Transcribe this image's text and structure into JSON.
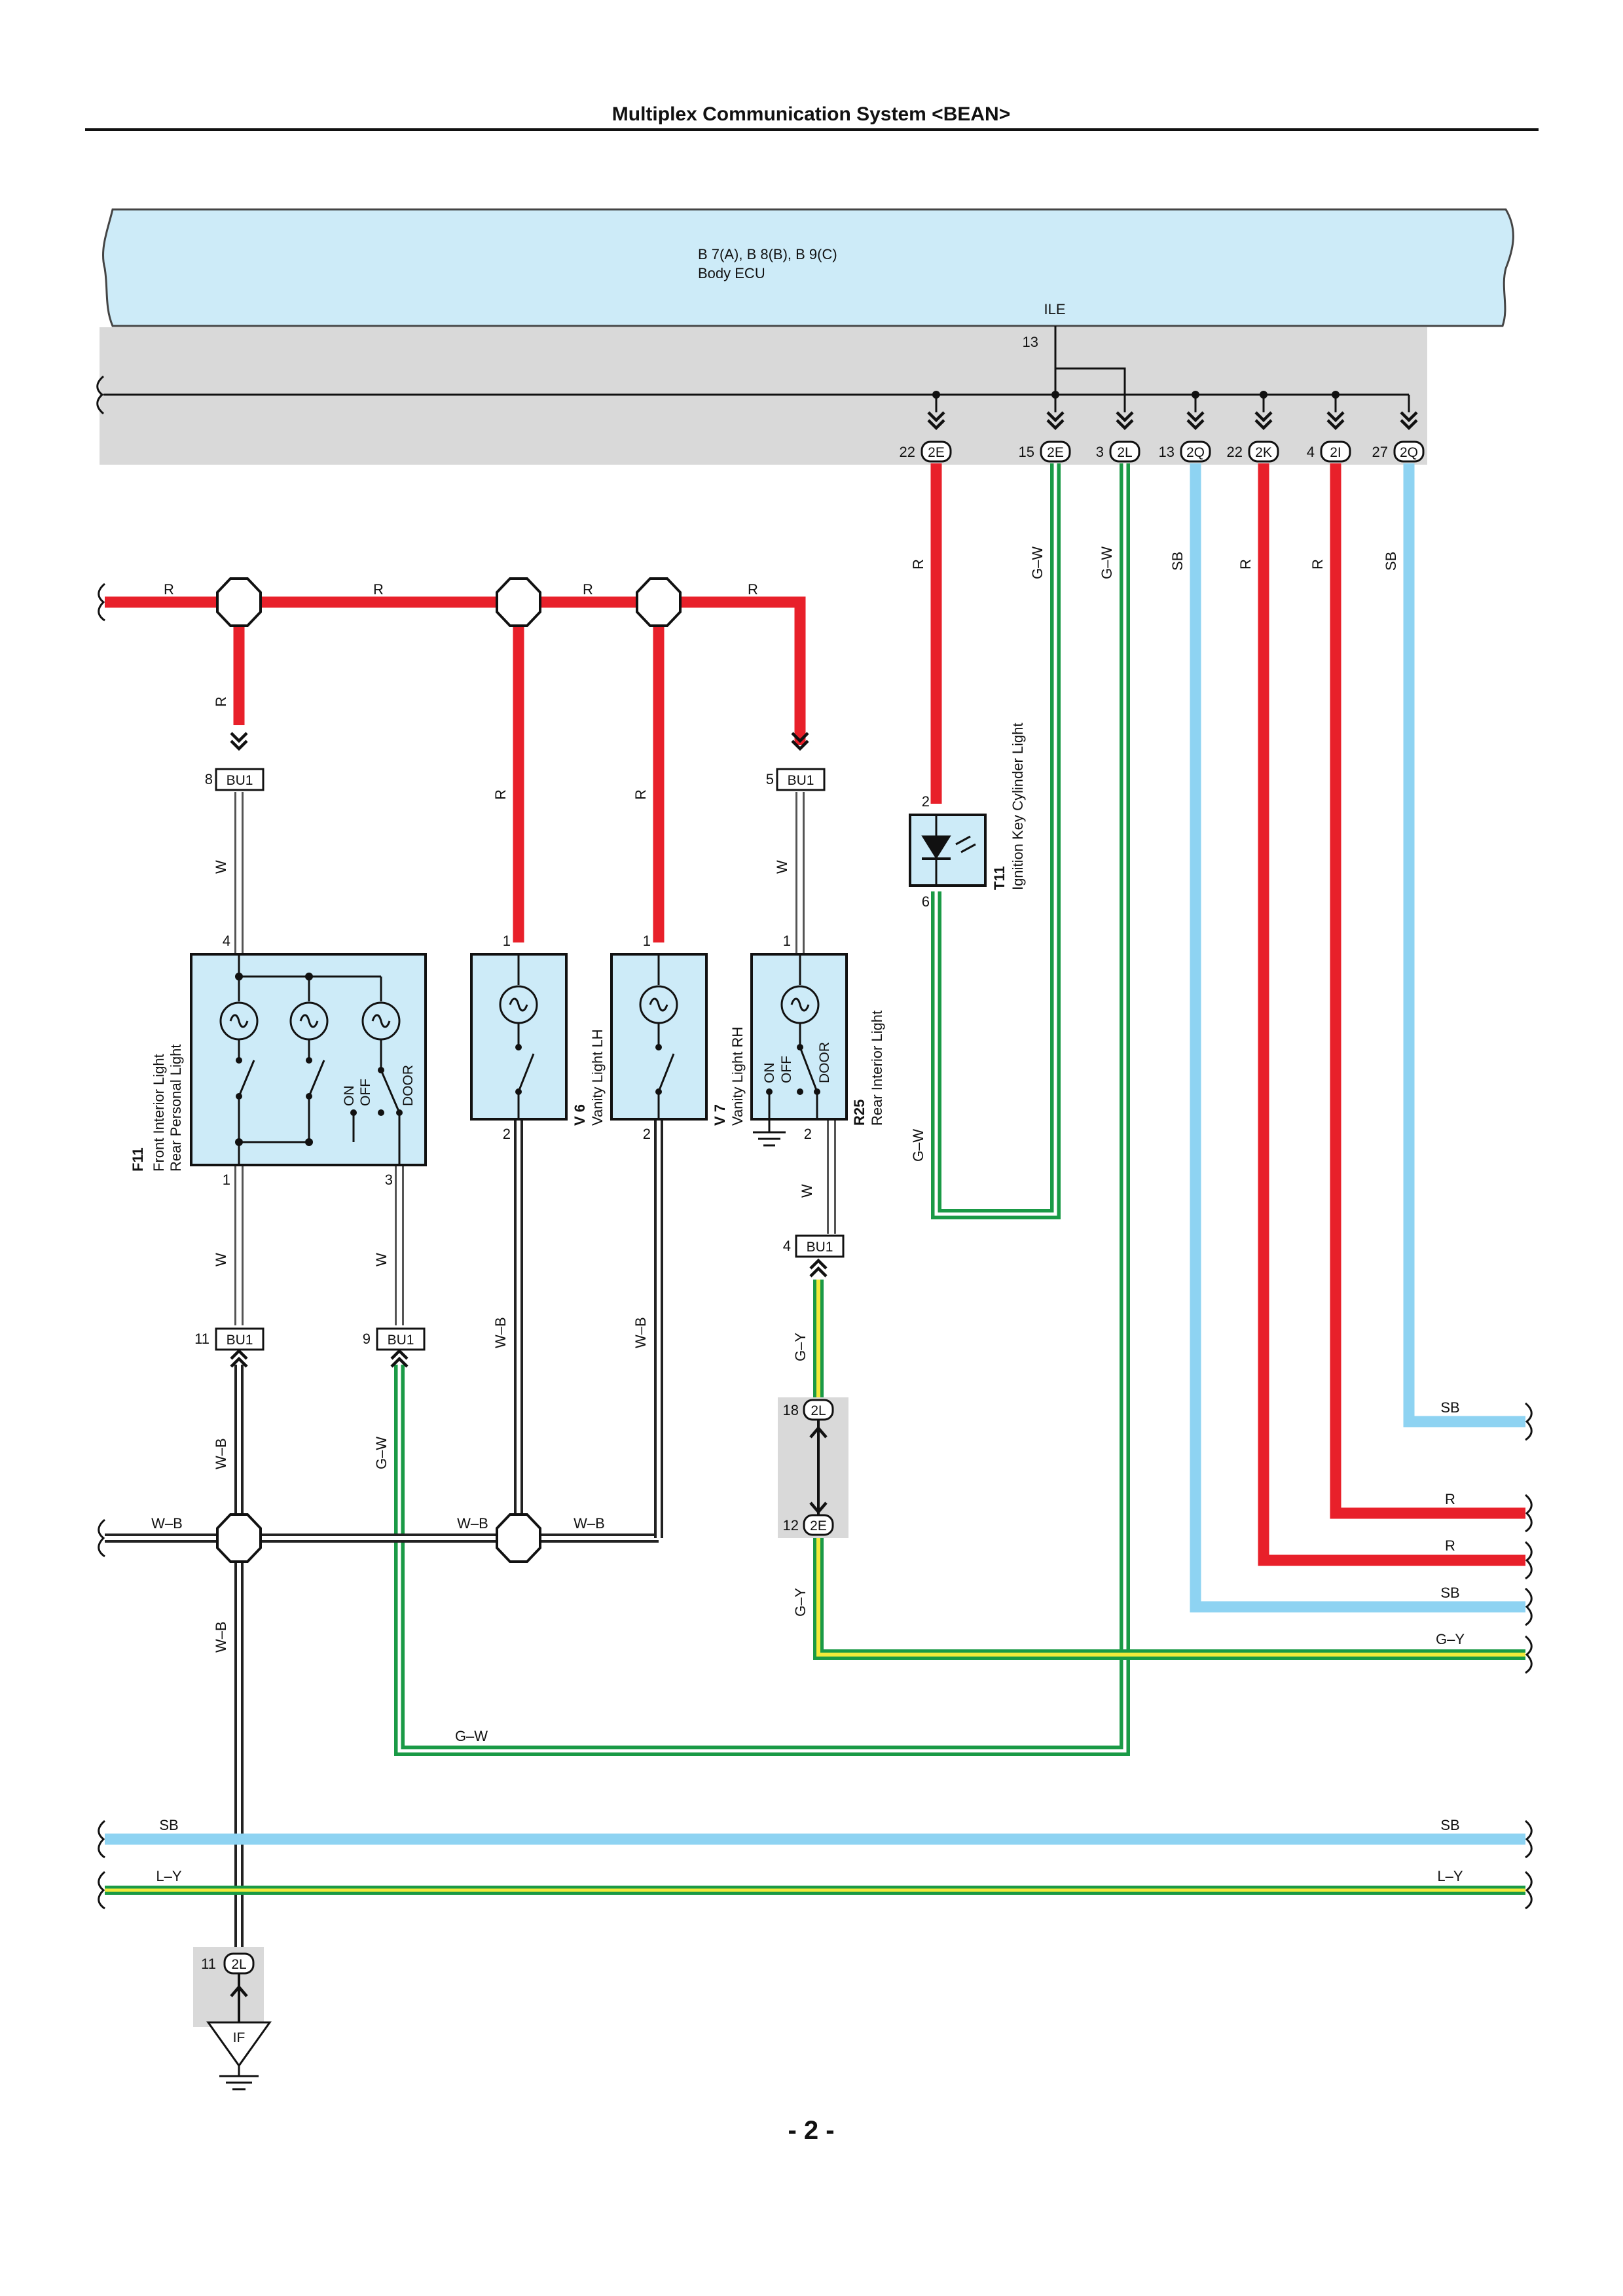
{
  "page": {
    "header_title": "Multiplex Communication System <BEAN>",
    "page_number": "- 2 -"
  },
  "colors": {
    "R": "#e8202a",
    "SB": "#8ed3f2",
    "G": "#1a9a46",
    "Y": "#f2ea3a",
    "L": "#4aa8d8",
    "W": "#ffffff",
    "B": "#222222",
    "ecu_fill": "#cdebf8",
    "connector_area": "#d9d9d9"
  },
  "ecu": {
    "code": "B 7(A), B 8(B), B 9(C)",
    "name": "Body ECU",
    "internal_label": "ILE",
    "internal_pin": "13",
    "pins": [
      {
        "pin": "22",
        "connector": "2E"
      },
      {
        "pin": "15",
        "connector": "2E"
      },
      {
        "pin": "3",
        "connector": "2L"
      },
      {
        "pin": "13",
        "connector": "2Q"
      },
      {
        "pin": "22",
        "connector": "2K"
      },
      {
        "pin": "4",
        "connector": "2I"
      },
      {
        "pin": "27",
        "connector": "2Q"
      }
    ]
  },
  "wires": {
    "top_bus": [
      "R",
      "R",
      "R",
      "R"
    ],
    "drops": [
      "R",
      "R",
      "R"
    ],
    "ecu_drops": [
      "R",
      "G–W",
      "G–W",
      "SB",
      "R",
      "R",
      "SB"
    ],
    "f11_in": "W",
    "r25_in": "W",
    "f11_out": [
      "W",
      "W"
    ],
    "bu1_out": [
      "W–B",
      "G–W"
    ],
    "vanity_out": [
      "W–B",
      "W–B"
    ],
    "r25_out": "W",
    "r25_down": [
      "G–Y",
      "G–Y"
    ],
    "t11_out": "G–W",
    "bus_wb": [
      "W–B",
      "W–B",
      "W–B"
    ],
    "wb_down": "W–B",
    "gw_bottom": "G–W",
    "right_ends": [
      "SB",
      "R",
      "R",
      "SB",
      "G–Y"
    ],
    "bottom_buses": [
      "SB",
      "SB",
      "L–Y",
      "L–Y"
    ]
  },
  "components": {
    "f11": {
      "code": "F11",
      "name_1": "Front Interior Light",
      "name_2": "Rear Personal Light",
      "pin_in": "4",
      "pins_out": [
        "1",
        "3"
      ],
      "switch_labels": [
        "ON",
        "OFF",
        "DOOR"
      ]
    },
    "v6": {
      "code": "V 6",
      "name": "Vanity Light LH",
      "pin_in": "1",
      "pin_out": "2"
    },
    "v7": {
      "code": "V 7",
      "name": "Vanity Light RH",
      "pin_in": "1",
      "pin_out": "2"
    },
    "r25": {
      "code": "R25",
      "name": "Rear Interior Light",
      "pin_in": "1",
      "pin_out": "2",
      "switch_labels": [
        "ON",
        "OFF",
        "DOOR"
      ]
    },
    "t11": {
      "code": "T11",
      "name": "Ignition Key Cylinder Light",
      "pin_in": "2",
      "pin_out": "6"
    }
  },
  "connectors": {
    "bu1_a": {
      "pin": "8",
      "name": "BU1"
    },
    "bu1_b": {
      "pin": "5",
      "name": "BU1"
    },
    "bu1_c": {
      "pin": "11",
      "name": "BU1"
    },
    "bu1_d": {
      "pin": "9",
      "name": "BU1"
    },
    "bu1_e": {
      "pin": "4",
      "name": "BU1"
    },
    "j_2l_18": {
      "pin": "18",
      "name": "2L"
    },
    "j_2e_12": {
      "pin": "12",
      "name": "2E"
    },
    "j_2l_11": {
      "pin": "11",
      "name": "2L"
    }
  },
  "ground": {
    "label": "IF"
  }
}
